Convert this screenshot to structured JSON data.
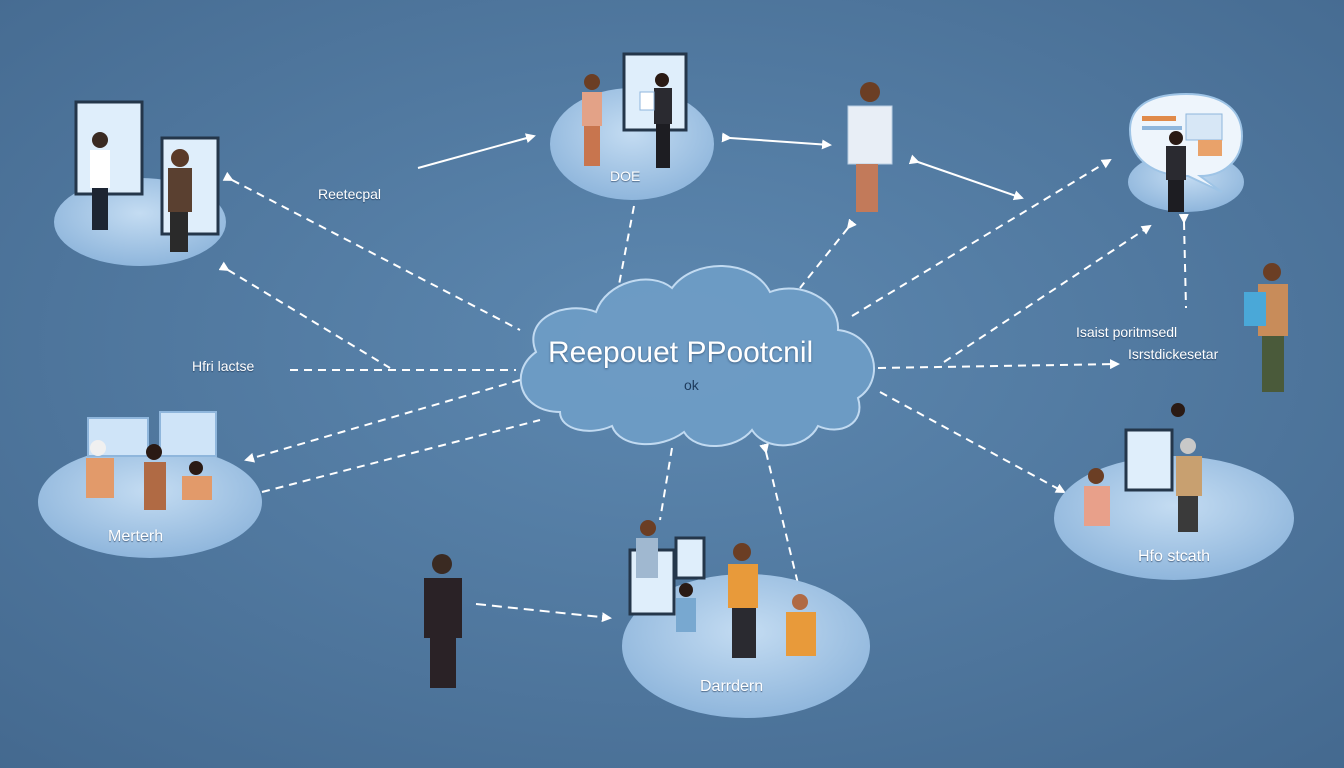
{
  "colors": {
    "background": "#4f7aa0",
    "platform": "#a9cbeb",
    "cloud_fill": "#6e9dc6",
    "cloud_stroke": "#c7dff5",
    "arrow": "#ffffff"
  },
  "center": {
    "title": "Reepouet PPootcnil",
    "subtitle": "ok"
  },
  "labels": {
    "top_left_arrow": "Reetecpal",
    "top_center_platform": "DOE",
    "left_middle": "Hfri lactse",
    "left_platform": "Merterh",
    "right_middle_line1": "Isaist poritmsedl",
    "right_middle_line2": "Isrstdickesetar",
    "right_platform": "Hfo stcath",
    "bottom_platform": "Darrdern"
  },
  "icons": [
    "cloud-icon",
    "person-icon",
    "monitor-icon",
    "document-icon",
    "chat-bubble-icon",
    "box-icon"
  ]
}
